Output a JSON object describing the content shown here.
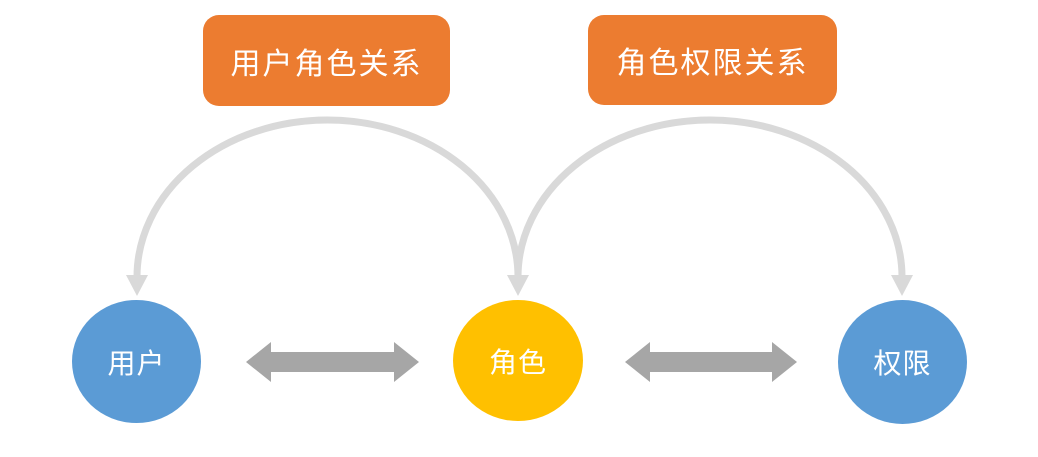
{
  "diagram": {
    "title": "RBAC relationship diagram",
    "background": "#ffffff",
    "colors": {
      "callout_fill": "#EC7C30",
      "node_blue": "#5B9BD5",
      "node_yellow": "#FFC000",
      "arc_stroke": "#D9D9D9",
      "arrow_fill": "#A6A6A6",
      "text": "#FFFFFF"
    },
    "callouts": [
      {
        "id": "user-role-relation",
        "label": "用户角色关系"
      },
      {
        "id": "role-permission-relation",
        "label": "角色权限关系"
      }
    ],
    "nodes": [
      {
        "id": "user",
        "label": "用户"
      },
      {
        "id": "role",
        "label": "角色"
      },
      {
        "id": "permission",
        "label": "权限"
      }
    ],
    "connections": [
      {
        "from": "用户",
        "to": "角色",
        "type": "curved-double-arrow",
        "label": "用户角色关系"
      },
      {
        "from": "角色",
        "to": "权限",
        "type": "curved-double-arrow",
        "label": "角色权限关系"
      },
      {
        "from": "用户",
        "to": "角色",
        "type": "horizontal-double-arrow"
      },
      {
        "from": "角色",
        "to": "权限",
        "type": "horizontal-double-arrow"
      }
    ]
  }
}
